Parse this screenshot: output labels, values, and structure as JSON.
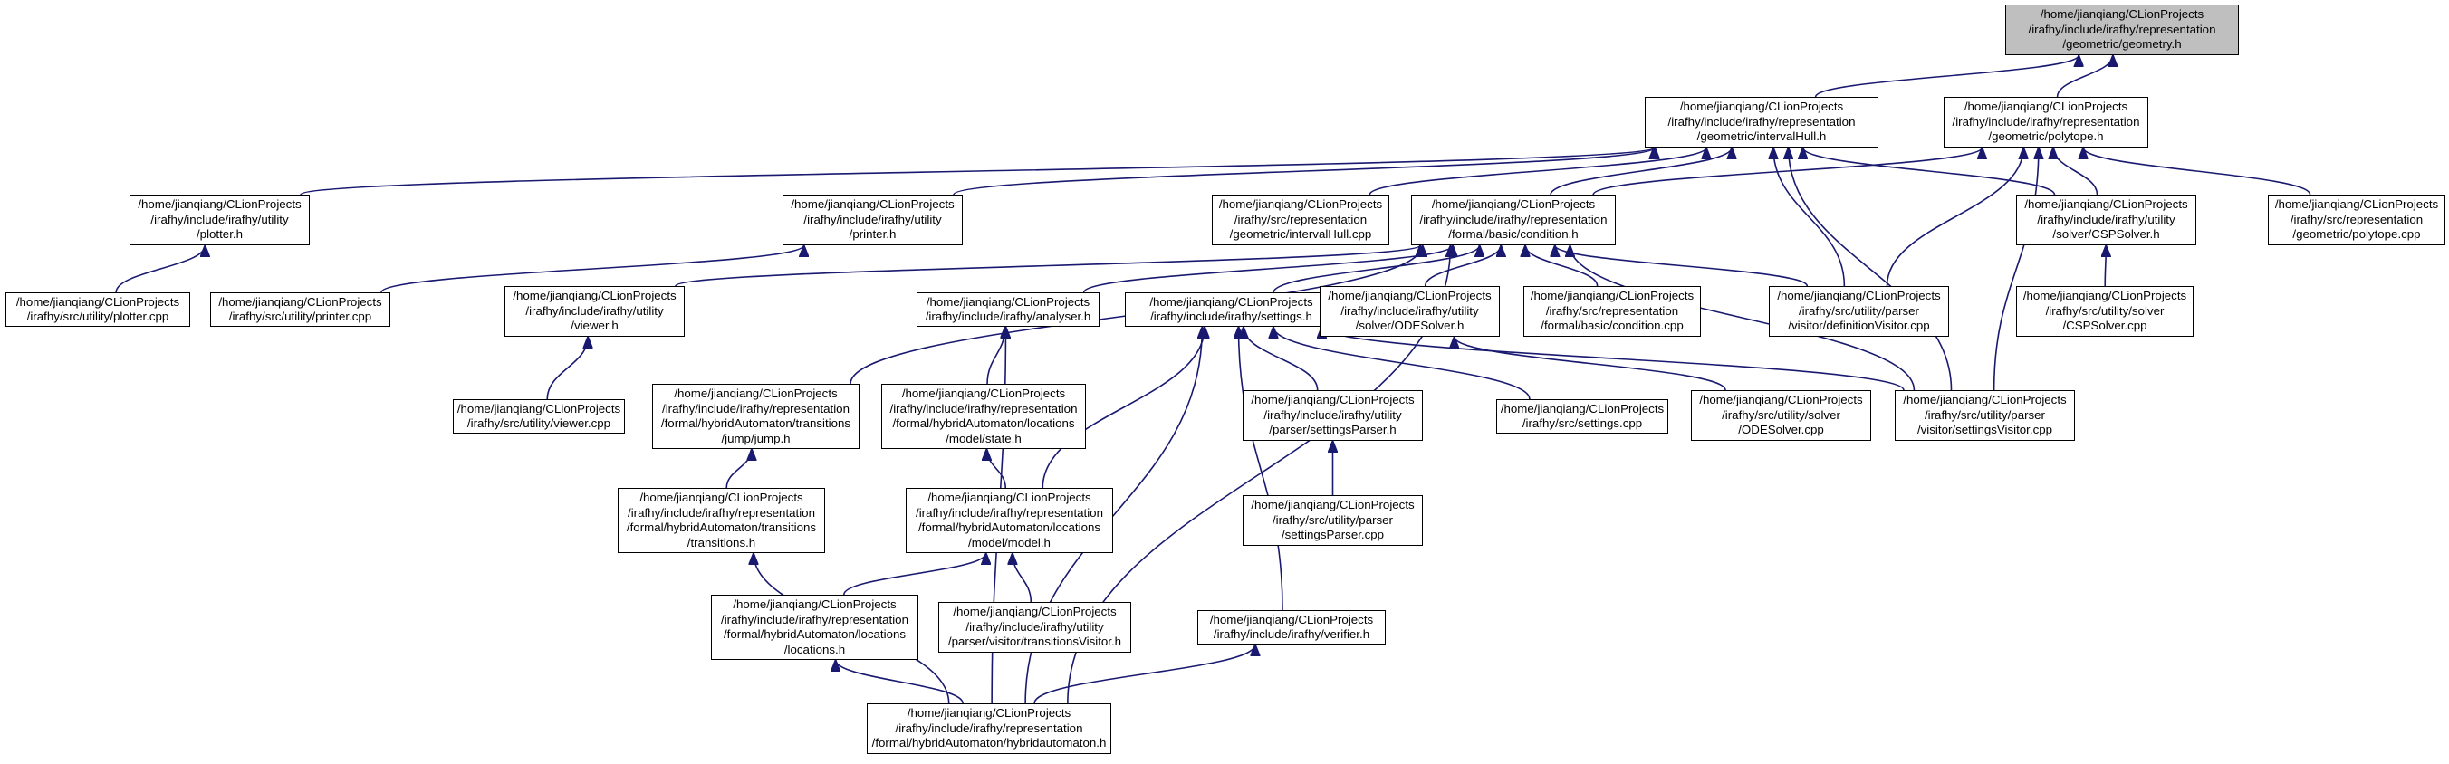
{
  "graph": {
    "edge_color": "#191970",
    "root_fill": "#bfbfbf",
    "nodes": [
      {
        "id": "geometry",
        "lines": [
          "/home/jianqiang/CLionProjects",
          "/irafhy/include/irafhy/representation",
          "/geometric/geometry.h"
        ],
        "root": true
      },
      {
        "id": "intervalHull",
        "lines": [
          "/home/jianqiang/CLionProjects",
          "/irafhy/include/irafhy/representation",
          "/geometric/intervalHull.h"
        ]
      },
      {
        "id": "polytope",
        "lines": [
          "/home/jianqiang/CLionProjects",
          "/irafhy/include/irafhy/representation",
          "/geometric/polytope.h"
        ]
      },
      {
        "id": "plotter_h",
        "lines": [
          "/home/jianqiang/CLionProjects",
          "/irafhy/include/irafhy/utility",
          "/plotter.h"
        ]
      },
      {
        "id": "printer_h",
        "lines": [
          "/home/jianqiang/CLionProjects",
          "/irafhy/include/irafhy/utility",
          "/printer.h"
        ]
      },
      {
        "id": "intervalHull_cpp",
        "lines": [
          "/home/jianqiang/CLionProjects",
          "/irafhy/src/representation",
          "/geometric/intervalHull.cpp"
        ]
      },
      {
        "id": "condition_h",
        "lines": [
          "/home/jianqiang/CLionProjects",
          "/irafhy/include/irafhy/representation",
          "/formal/basic/condition.h"
        ]
      },
      {
        "id": "CSPSolver_h",
        "lines": [
          "/home/jianqiang/CLionProjects",
          "/irafhy/include/irafhy/utility",
          "/solver/CSPSolver.h"
        ]
      },
      {
        "id": "polytope_cpp",
        "lines": [
          "/home/jianqiang/CLionProjects",
          "/irafhy/src/representation",
          "/geometric/polytope.cpp"
        ]
      },
      {
        "id": "plotter_cpp",
        "lines": [
          "/home/jianqiang/CLionProjects",
          "/irafhy/src/utility/plotter.cpp"
        ]
      },
      {
        "id": "printer_cpp",
        "lines": [
          "/home/jianqiang/CLionProjects",
          "/irafhy/src/utility/printer.cpp"
        ]
      },
      {
        "id": "viewer_h",
        "lines": [
          "/home/jianqiang/CLionProjects",
          "/irafhy/include/irafhy/utility",
          "/viewer.h"
        ]
      },
      {
        "id": "analyser_h",
        "lines": [
          "/home/jianqiang/CLionProjects",
          "/irafhy/include/irafhy/analyser.h"
        ]
      },
      {
        "id": "settings_h",
        "lines": [
          "/home/jianqiang/CLionProjects",
          "/irafhy/include/irafhy/settings.h"
        ]
      },
      {
        "id": "ODESolver_h",
        "lines": [
          "/home/jianqiang/CLionProjects",
          "/irafhy/include/irafhy/utility",
          "/solver/ODESolver.h"
        ]
      },
      {
        "id": "condition_cpp",
        "lines": [
          "/home/jianqiang/CLionProjects",
          "/irafhy/src/representation",
          "/formal/basic/condition.cpp"
        ]
      },
      {
        "id": "definitionVisitor",
        "lines": [
          "/home/jianqiang/CLionProjects",
          "/irafhy/src/utility/parser",
          "/visitor/definitionVisitor.cpp"
        ]
      },
      {
        "id": "CSPSolver_cpp",
        "lines": [
          "/home/jianqiang/CLionProjects",
          "/irafhy/src/utility/solver",
          "/CSPSolver.cpp"
        ]
      },
      {
        "id": "viewer_cpp",
        "lines": [
          "/home/jianqiang/CLionProjects",
          "/irafhy/src/utility/viewer.cpp"
        ]
      },
      {
        "id": "jump_h",
        "lines": [
          "/home/jianqiang/CLionProjects",
          "/irafhy/include/irafhy/representation",
          "/formal/hybridAutomaton/transitions",
          "/jump/jump.h"
        ]
      },
      {
        "id": "state_h",
        "lines": [
          "/home/jianqiang/CLionProjects",
          "/irafhy/include/irafhy/representation",
          "/formal/hybridAutomaton/locations",
          "/model/state.h"
        ]
      },
      {
        "id": "settingsParser_h",
        "lines": [
          "/home/jianqiang/CLionProjects",
          "/irafhy/include/irafhy/utility",
          "/parser/settingsParser.h"
        ]
      },
      {
        "id": "settings_cpp",
        "lines": [
          "/home/jianqiang/CLionProjects",
          "/irafhy/src/settings.cpp"
        ]
      },
      {
        "id": "ODESolver_cpp",
        "lines": [
          "/home/jianqiang/CLionProjects",
          "/irafhy/src/utility/solver",
          "/ODESolver.cpp"
        ]
      },
      {
        "id": "settingsVisitor",
        "lines": [
          "/home/jianqiang/CLionProjects",
          "/irafhy/src/utility/parser",
          "/visitor/settingsVisitor.cpp"
        ]
      },
      {
        "id": "transitions_h",
        "lines": [
          "/home/jianqiang/CLionProjects",
          "/irafhy/include/irafhy/representation",
          "/formal/hybridAutomaton/transitions",
          "/transitions.h"
        ]
      },
      {
        "id": "model_h",
        "lines": [
          "/home/jianqiang/CLionProjects",
          "/irafhy/include/irafhy/representation",
          "/formal/hybridAutomaton/locations",
          "/model/model.h"
        ]
      },
      {
        "id": "settingsParser_cpp",
        "lines": [
          "/home/jianqiang/CLionProjects",
          "/irafhy/src/utility/parser",
          "/settingsParser.cpp"
        ]
      },
      {
        "id": "locations_h",
        "lines": [
          "/home/jianqiang/CLionProjects",
          "/irafhy/include/irafhy/representation",
          "/formal/hybridAutomaton/locations",
          "/locations.h"
        ]
      },
      {
        "id": "transitionsVisitor",
        "lines": [
          "/home/jianqiang/CLionProjects",
          "/irafhy/include/irafhy/utility",
          "/parser/visitor/transitionsVisitor.h"
        ]
      },
      {
        "id": "verifier_h",
        "lines": [
          "/home/jianqiang/CLionProjects",
          "/irafhy/include/irafhy/verifier.h"
        ]
      },
      {
        "id": "hybridautomaton_h",
        "lines": [
          "/home/jianqiang/CLionProjects",
          "/irafhy/include/irafhy/representation",
          "/formal/hybridAutomaton/hybridautomaton.h"
        ]
      }
    ],
    "edges": [
      [
        "intervalHull",
        "geometry"
      ],
      [
        "polytope",
        "geometry"
      ],
      [
        "plotter_h",
        "intervalHull"
      ],
      [
        "printer_h",
        "intervalHull"
      ],
      [
        "intervalHull_cpp",
        "intervalHull"
      ],
      [
        "condition_h",
        "intervalHull"
      ],
      [
        "CSPSolver_h",
        "intervalHull"
      ],
      [
        "definitionVisitor",
        "intervalHull"
      ],
      [
        "settingsVisitor",
        "intervalHull"
      ],
      [
        "condition_h",
        "polytope"
      ],
      [
        "CSPSolver_h",
        "polytope"
      ],
      [
        "polytope_cpp",
        "polytope"
      ],
      [
        "definitionVisitor",
        "polytope"
      ],
      [
        "settingsVisitor",
        "polytope"
      ],
      [
        "plotter_cpp",
        "plotter_h"
      ],
      [
        "printer_cpp",
        "printer_h"
      ],
      [
        "viewer_h",
        "condition_h"
      ],
      [
        "analyser_h",
        "condition_h"
      ],
      [
        "settings_h",
        "condition_h"
      ],
      [
        "ODESolver_h",
        "condition_h"
      ],
      [
        "condition_cpp",
        "condition_h"
      ],
      [
        "definitionVisitor",
        "condition_h"
      ],
      [
        "settingsVisitor",
        "condition_h"
      ],
      [
        "jump_h",
        "condition_h"
      ],
      [
        "hybridautomaton_h",
        "condition_h"
      ],
      [
        "CSPSolver_cpp",
        "CSPSolver_h"
      ],
      [
        "viewer_cpp",
        "viewer_h"
      ],
      [
        "state_h",
        "analyser_h"
      ],
      [
        "hybridautomaton_h",
        "analyser_h"
      ],
      [
        "settingsParser_h",
        "settings_h"
      ],
      [
        "settings_cpp",
        "settings_h"
      ],
      [
        "settingsVisitor",
        "settings_h"
      ],
      [
        "model_h",
        "settings_h"
      ],
      [
        "verifier_h",
        "settings_h"
      ],
      [
        "hybridautomaton_h",
        "settings_h"
      ],
      [
        "ODESolver_cpp",
        "ODESolver_h"
      ],
      [
        "transitions_h",
        "jump_h"
      ],
      [
        "model_h",
        "state_h"
      ],
      [
        "settingsParser_cpp",
        "settingsParser_h"
      ],
      [
        "hybridautomaton_h",
        "transitions_h"
      ],
      [
        "locations_h",
        "model_h"
      ],
      [
        "transitionsVisitor",
        "model_h"
      ],
      [
        "hybridautomaton_h",
        "locations_h"
      ],
      [
        "hybridautomaton_h",
        "verifier_h"
      ]
    ]
  }
}
